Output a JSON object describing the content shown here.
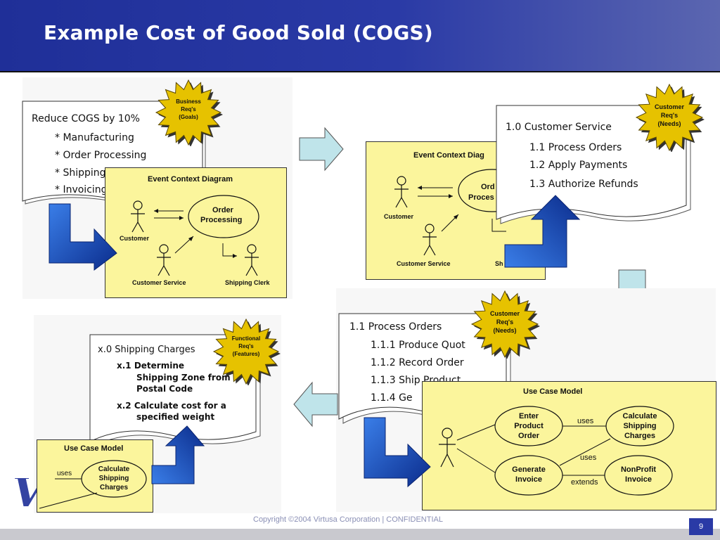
{
  "title": "Example Cost of Good Sold (COGS)",
  "footer": {
    "copyright": "Copyright ©2004 Virtusa Corporation | CONFIDENTIAL",
    "page": "9"
  },
  "logo_text": "Virtusa",
  "colors": {
    "header": "#2a3aa6",
    "diagram_bg": "#fbf59c",
    "burst": "#e6c200",
    "arrow_blue": "#1a5bd0",
    "arrow_light": "#bfe4ea"
  },
  "q1": {
    "burst": [
      "Business",
      "Req's",
      "(Goals)"
    ],
    "doc_title": "Reduce COGS by 10%",
    "doc_items": [
      "* Manufacturing",
      "* Order Processing",
      "* Shipping",
      "* Invoicing"
    ],
    "diagram": {
      "title": "Event Context Diagram",
      "process": [
        "Order",
        "Processing"
      ],
      "actors": [
        "Customer",
        "Customer Service",
        "Shipping Clerk"
      ]
    }
  },
  "q2": {
    "burst": [
      "Customer",
      "Req's",
      "(Needs)"
    ],
    "diagram": {
      "title": "Event Context Diag",
      "process": [
        "Ord",
        "Proces"
      ],
      "actors": [
        "Customer",
        "Customer Service",
        "Sh"
      ]
    },
    "doc_title": "1.0  Customer Service",
    "doc_items": [
      "1.1  Process Orders",
      "1.2  Apply Payments",
      "1.3  Authorize Refunds"
    ]
  },
  "q3": {
    "burst": [
      "Customer",
      "Req's",
      "(Needs)"
    ],
    "doc_title": "1.1  Process Orders",
    "doc_items": [
      "1.1.1  Produce Quot",
      "1.1.2  Record Order",
      "1.1.3  Ship Product",
      "1.1.4  Ge"
    ],
    "usecase": {
      "title": "Use Case Model",
      "cases": [
        [
          "Enter",
          "Product",
          "Order"
        ],
        [
          "Calculate",
          "Shipping",
          "Charges"
        ],
        [
          "Generate",
          "Invoice"
        ],
        [
          "NonProfit",
          "Invoice"
        ]
      ],
      "labels": [
        "uses",
        "uses",
        "extends"
      ]
    }
  },
  "q4": {
    "burst": [
      "Functional",
      "Req's",
      "(Features)"
    ],
    "doc_title": "x.0  Shipping Charges",
    "doc_items": [
      "x.1  Determine",
      "Shipping Zone from",
      "Postal Code",
      "x.2  Calculate cost for a",
      "specified weight"
    ],
    "usecase": {
      "title": "Use Case Model",
      "case": [
        "Calculate",
        "Shipping",
        "Charges"
      ],
      "label": "uses"
    }
  }
}
